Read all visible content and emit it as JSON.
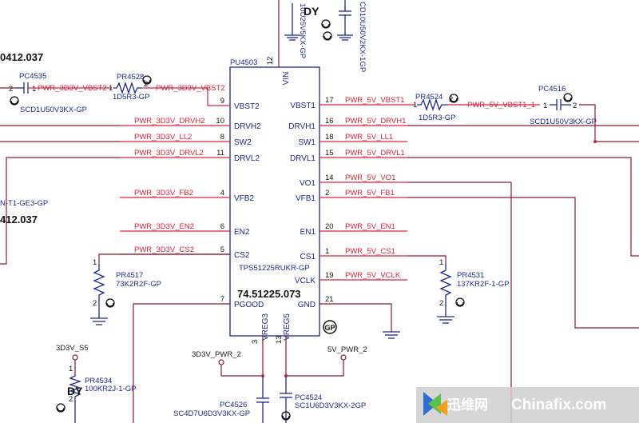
{
  "ic": {
    "ref": "PU4503",
    "part": "TPS51225RUKR-GP",
    "number": "74.51225.073",
    "gp_mark": "GP",
    "top_pin": {
      "name": "VIN",
      "num": "12"
    },
    "bottom_pins": [
      {
        "name": "VREG3",
        "num": "3"
      },
      {
        "name": "VREG5",
        "num": "13"
      }
    ],
    "left_pins": [
      {
        "name": "VBST2",
        "num": "9",
        "net": "PWR_3D3V_VBST2"
      },
      {
        "name": "DRVH2",
        "num": "10",
        "net": "PWR_3D3V_DRVH2"
      },
      {
        "name": "SW2",
        "num": "8",
        "net": "PWR_3D3V_LL2"
      },
      {
        "name": "DRVL2",
        "num": "11",
        "net": "PWR_3D3V_DRVL2"
      },
      {
        "name": "VFB2",
        "num": "4",
        "net": "PWR_3D3V_FB2"
      },
      {
        "name": "EN2",
        "num": "6",
        "net": "PWR_3D3V_EN2"
      },
      {
        "name": "CS2",
        "num": "5",
        "net": "PWR_3D3V_CS2"
      },
      {
        "name": "PGOOD",
        "num": "7",
        "net": ""
      }
    ],
    "right_pins": [
      {
        "name": "VBST1",
        "num": "17",
        "net": "PWR_5V_VBST1"
      },
      {
        "name": "DRVH1",
        "num": "16",
        "net": "PWR_5V_DRVH1"
      },
      {
        "name": "SW1",
        "num": "18",
        "net": "PWR_5V_LL1"
      },
      {
        "name": "DRVL1",
        "num": "15",
        "net": "PWR_5V_DRVL1"
      },
      {
        "name": "VO1",
        "num": "14",
        "net": "PWR_5V_VO1"
      },
      {
        "name": "VFB1",
        "num": "2",
        "net": "PWR_5V_FB1"
      },
      {
        "name": "EN1",
        "num": "20",
        "net": "PWR_5V_EN1"
      },
      {
        "name": "CS1",
        "num": "1",
        "net": "PWR_5V_CS1"
      },
      {
        "name": "VCLK",
        "num": "19",
        "net": "PWR_5V_VCLK"
      },
      {
        "name": "GND",
        "num": "21",
        "net": ""
      }
    ]
  },
  "components": {
    "pc4535": {
      "ref": "PC4535",
      "value": "SCD1U50V3KX-GP",
      "pin_left": "2",
      "pin_right": "1"
    },
    "pr4528": {
      "ref": "PR4528",
      "value": "1D5R3-GP",
      "pin_left": "1",
      "pin_right": "2",
      "net_right": "PWR_3D3V_VBST2"
    },
    "pr4524": {
      "ref": "PR4524",
      "value": "1D5R3-GP",
      "pin_left": "1",
      "pin_right": "2",
      "net_right": "PWR_5V_VBST1_1"
    },
    "pc4516": {
      "ref": "PC4516",
      "value": "SCD1U50V3KX-GP",
      "pin_left": "1",
      "pin_right": "2"
    },
    "pr4517": {
      "ref": "PR4517",
      "value": "73K2R2F-GP",
      "pin_top": "1",
      "pin_bottom": "2"
    },
    "pr4531": {
      "ref": "PR4531",
      "value": "137KR2F-1-GP",
      "pin_top": "1",
      "pin_bottom": "2"
    },
    "pr4534": {
      "ref": "PR4534",
      "value": "100KR2J-1-GP",
      "pin_top": "1",
      "pin_bottom": "2"
    },
    "pc4526": {
      "ref": "PC4526",
      "value": "SC4D7U6D3V3KX-GP"
    },
    "pc4524": {
      "ref": "PC4524",
      "value": "SC1U6D3V3KX-2GP"
    },
    "top_cap_left": {
      "value": "10U25V5KX-GP"
    },
    "top_cap_right": {
      "value": "CD10U50V2KX-1GP"
    }
  },
  "power": {
    "p3d3v_pwr2": "3D3V_PWR_2",
    "p5v_pwr2": "5V_PWR_2",
    "p3d3v_s5": "3D3V_S5"
  },
  "labels": {
    "dy_top": "DY",
    "dy_bottom": "DY",
    "left_num_top": "0412.037",
    "left_num_mid": "412.037",
    "left_part_fragment": "N-T1-GE3-GP",
    "pin_numbers": {
      "one": "1",
      "two": "2"
    }
  },
  "watermark": {
    "chinese": "迅维网",
    "english": "Chinafix.com",
    "bg_color": "#cfcfcf",
    "logo_colors": [
      "#2b6fd4",
      "#5cc04a",
      "#f0a020"
    ]
  },
  "colors": {
    "net_red": "#e0203a",
    "wire_dark": "#8b1a2e",
    "ink_blue": "#1c2a8a"
  }
}
